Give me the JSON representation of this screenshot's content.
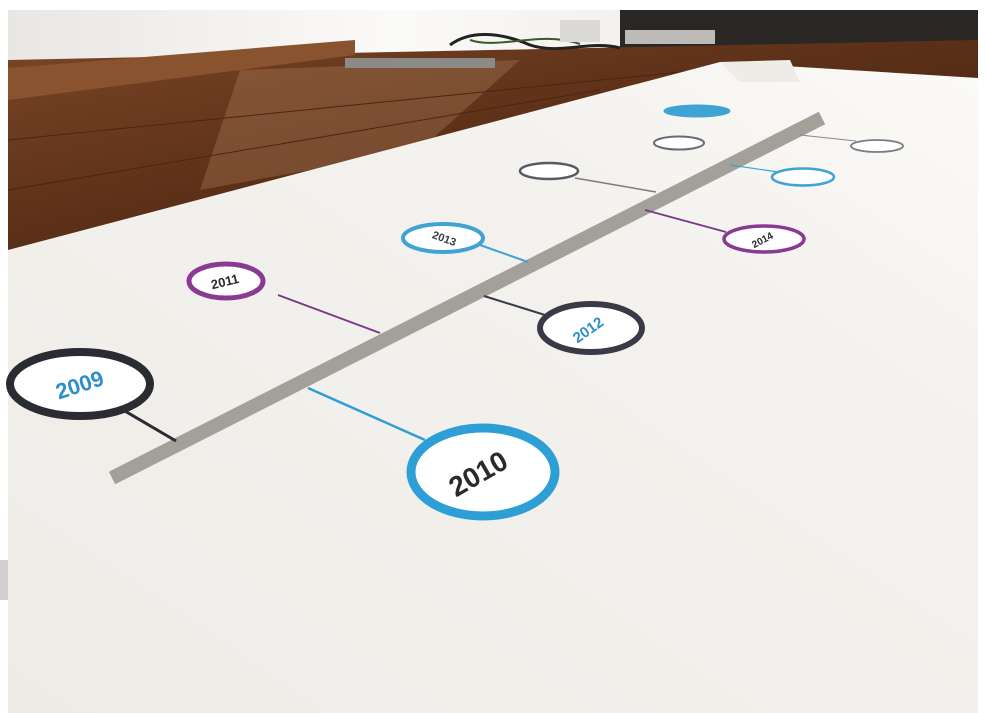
{
  "timeline": {
    "years": [
      {
        "label": "2009",
        "ring_color": "#2b2b33",
        "text_color": "#2e8fc9"
      },
      {
        "label": "2010",
        "ring_color": "#2e9fd6",
        "text_color": "#2a2a2a"
      },
      {
        "label": "2011",
        "ring_color": "#8a3a93",
        "text_color": "#2a2a2a"
      },
      {
        "label": "2012",
        "ring_color": "#3a3a46",
        "text_color": "#2e8fc9"
      },
      {
        "label": "2013",
        "ring_color": "#3fa3d6",
        "text_color": "#3a3a46"
      },
      {
        "label": "2014",
        "ring_color": "#8a3a93",
        "text_color": "#2a2a2a"
      }
    ],
    "colors": {
      "axis": "#a39f99",
      "paper": "#f1eeea",
      "floor": "#6b3a1e",
      "wall": "#f3f1ee"
    }
  }
}
